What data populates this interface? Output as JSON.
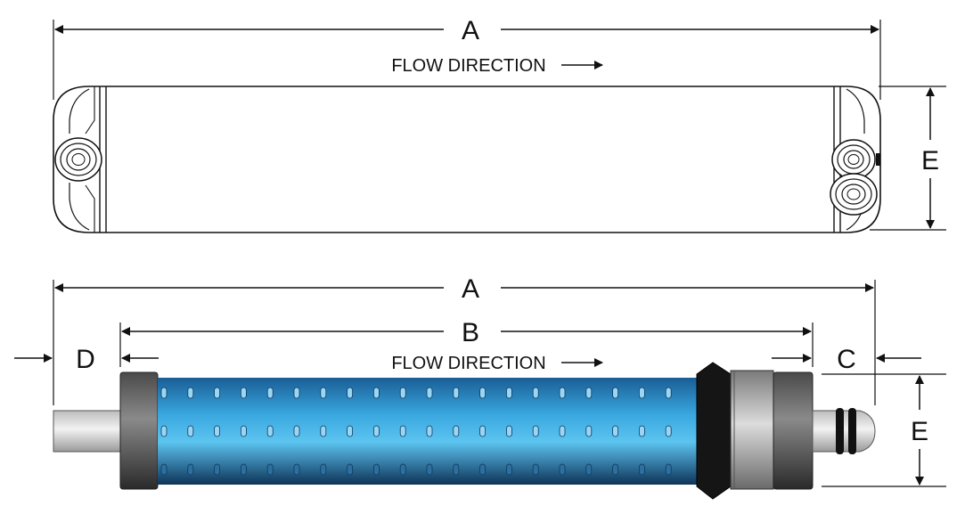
{
  "top_view": {
    "dim_a": "A",
    "dim_e": "E",
    "flow_label": "FLOW DIRECTION"
  },
  "bottom_view": {
    "dim_a": "A",
    "dim_b": "B",
    "dim_c": "C",
    "dim_d": "D",
    "dim_e": "E",
    "flow_label": "FLOW DIRECTION"
  },
  "colors": {
    "membrane_blue": "#3aa8e0",
    "cap_gray": "#6e6e6e",
    "outline": "#111111"
  }
}
